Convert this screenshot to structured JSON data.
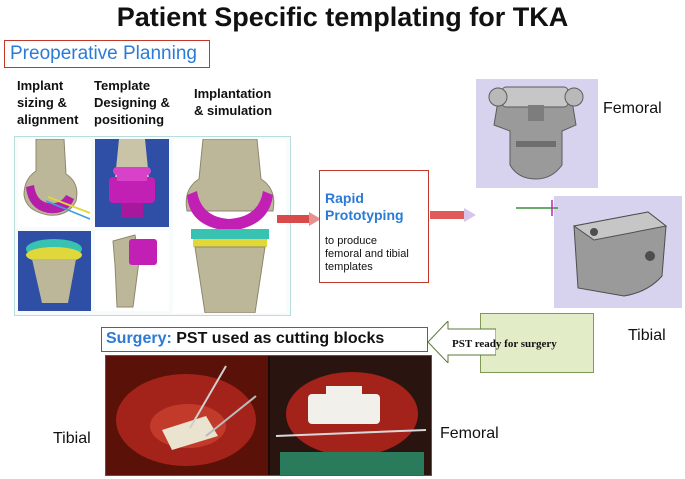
{
  "title": "Patient Specific templating for TKA",
  "preoperative": {
    "label": "Preoperative Planning",
    "steps": [
      {
        "line1": "Implant",
        "line2": "sizing &",
        "line3": "alignment"
      },
      {
        "line1": "Template",
        "line2": "Designing &",
        "line3": "positioning"
      },
      {
        "line1": "Implantation",
        "line2": "& simulation",
        "line3": ""
      }
    ]
  },
  "rapid_prototyping": {
    "line1": "Rapid",
    "line2": "Prototyping",
    "desc1": "to produce",
    "desc2": "femoral and tibial",
    "desc3": "templates"
  },
  "templates": {
    "femoral_label": "Femoral",
    "tibial_label": "Tibial"
  },
  "surgery": {
    "highlight": "Surgery:",
    "rest": " PST used as cutting blocks",
    "tibial_label": "Tibial",
    "femoral_label": "Femoral"
  },
  "pst_ready": "PST ready for surgery",
  "colors": {
    "accent_blue": "#2b7bd6",
    "frame_red": "#c0392b",
    "template_magenta": "#c21fb5",
    "template_background": "#d7d3ee",
    "pst_box": "#e2ecc7"
  }
}
